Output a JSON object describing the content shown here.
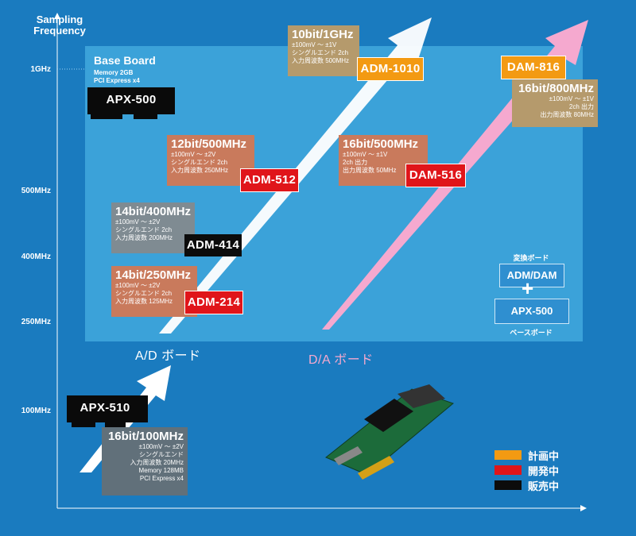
{
  "axis": {
    "y_title": "Sampling\nFrequency",
    "y_ticks": [
      "1GHz",
      "500MHz",
      "400MHz",
      "250MHz",
      "100MHz"
    ]
  },
  "base_board": {
    "title": "Base Board",
    "sub1": "Memory 2GB",
    "sub2": "PCI Express x4"
  },
  "boards": {
    "apx500": "APX-500",
    "apx510": "APX-510",
    "adm1010": "ADM-1010",
    "adm512": "ADM-512",
    "adm414": "ADM-414",
    "adm214": "ADM-214",
    "dam816": "DAM-816",
    "dam516": "DAM-516"
  },
  "specs": {
    "adm1010": {
      "title": "10bit/1GHz",
      "l1": "±100mV 〜 ±1V",
      "l2": "シングルエンド 2ch",
      "l3": "入力周波数 500MHz"
    },
    "adm512": {
      "title": "12bit/500MHz",
      "l1": "±100mV 〜 ±2V",
      "l2": "シングルエンド 2ch",
      "l3": "入力周波数 250MHz"
    },
    "adm414": {
      "title": "14bit/400MHz",
      "l1": "±100mV 〜 ±2V",
      "l2": "シングルエンド 2ch",
      "l3": "入力周波数 200MHz"
    },
    "adm214": {
      "title": "14bit/250MHz",
      "l1": "±100mV 〜 ±2V",
      "l2": "シングルエンド 2ch",
      "l3": "入力周波数 125MHz"
    },
    "dam516": {
      "title": "16bit/500MHz",
      "l1": "±100mV 〜 ±1V",
      "l2": "2ch 出力",
      "l3": "出力周波数 50MHz"
    },
    "dam816": {
      "title": "16bit/800MHz",
      "l1": "±100mV 〜 ±1V",
      "l2": "2ch 出力",
      "l3": "出力周波数 80MHz"
    },
    "apx510": {
      "title": "16bit/100MHz",
      "l1": "±100mV 〜 ±2V",
      "l2": "シングルエンド",
      "l3": "入力周波数 20MHz",
      "l4": "Memory 128MB",
      "l5": "PCI Express x4"
    }
  },
  "labels": {
    "ad": "A/D ボード",
    "da": "D/A ボード"
  },
  "combo": {
    "top": "変換ボード",
    "box1": "ADM/DAM",
    "plus": "+",
    "box2": "APX-500",
    "bottom": "ベースボード"
  },
  "legend": [
    {
      "label": "計画中",
      "color": "#f39a12"
    },
    {
      "label": "開発中",
      "color": "#e0151a"
    },
    {
      "label": "販売中",
      "color": "#0c0c0c"
    }
  ],
  "colors": {
    "background": "#1a7bbf",
    "base_board": "#3fa6dc",
    "ad_arrow": "#ffffff",
    "da_arrow": "#f5a9cf"
  }
}
